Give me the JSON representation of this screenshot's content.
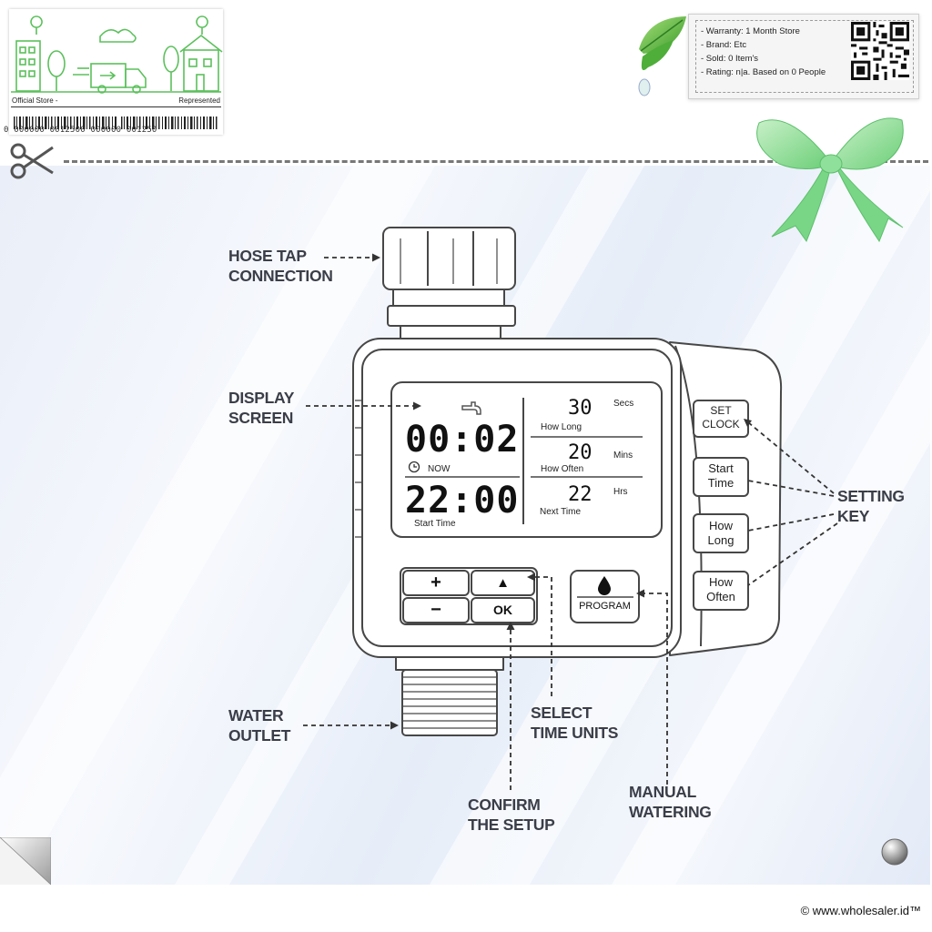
{
  "store_card": {
    "left_label": "Official Store -",
    "right_label": "Represented",
    "barcode_digits": "0 000000 0012500 000000 001250"
  },
  "info_card": {
    "lines": [
      "- Warranty: 1 Month Store",
      "- Brand: Etc",
      "- Sold: 0 Item's",
      "- Rating: n|a. Based on 0 People"
    ]
  },
  "device": {
    "lcd": {
      "clock": "00:02",
      "now_label": "NOW",
      "start_time_value": "22:00",
      "start_time_label": "Start Time",
      "how_long_value": "30",
      "how_long_unit": "Secs",
      "how_long_label": "How Long",
      "how_often_value": "20",
      "how_often_unit": "Mins",
      "how_often_label": "How Often",
      "next_time_value": "22",
      "next_time_unit": "Hrs",
      "next_time_label": "Next Time"
    },
    "buttons": {
      "plus": "+",
      "minus": "−",
      "up": "▲",
      "ok": "OK",
      "program": "PROGRAM",
      "set_clock_1": "SET",
      "set_clock_2": "CLOCK",
      "start_time_1": "Start",
      "start_time_2": "Time",
      "how_long_1": "How",
      "how_long_2": "Long",
      "how_often_1": "How",
      "how_often_2": "Often"
    }
  },
  "callouts": {
    "hose_tap": [
      "HOSE TAP",
      "CONNECTION"
    ],
    "display": [
      "DISPLAY",
      "SCREEN"
    ],
    "water_outlet": [
      "WATER",
      "OUTLET"
    ],
    "select_time": [
      "SELECT",
      "TIME UNITS"
    ],
    "confirm": [
      "CONFIRM",
      "THE SETUP"
    ],
    "manual": [
      "MANUAL",
      "WATERING"
    ],
    "setting_key": [
      "SETTING",
      "KEY"
    ]
  },
  "footer": {
    "copyright": "© www.wholesaler.id™"
  },
  "colors": {
    "accent_green": "#5cc05c",
    "line_art": "#4a4a4a",
    "callout_text": "#3b3e48"
  }
}
